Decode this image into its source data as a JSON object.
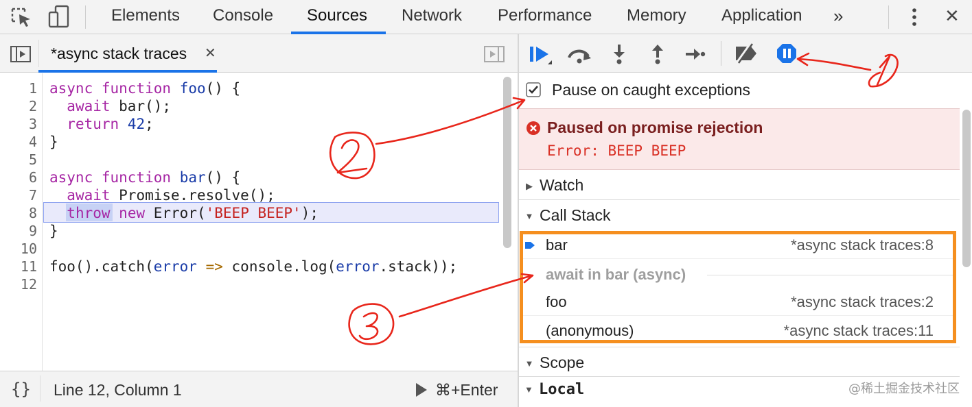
{
  "colors": {
    "accent": "#1a73e8",
    "error": "#c5221f",
    "highlight_box": "#f58f1f",
    "annotation": "#e8261b"
  },
  "top_tabs": [
    "Elements",
    "Console",
    "Sources",
    "Network",
    "Performance",
    "Memory",
    "Application"
  ],
  "top_icons": {
    "inspect": "inspect-element-icon",
    "device": "device-toolbar-icon",
    "more": "more-tabs-icon",
    "menu": "kebab-menu-icon",
    "close": "close-icon"
  },
  "more_tabs_glyph": "»",
  "close_glyph": "✕",
  "editor": {
    "file_tab": "*async stack traces",
    "lines": [
      "1",
      "2",
      "3",
      "4",
      "5",
      "6",
      "7",
      "8",
      "9",
      "10",
      "11",
      "12"
    ]
  },
  "status": {
    "cursor": "Line 12, Column 1",
    "run": "⌘+Enter",
    "format_glyph": "{}"
  },
  "debugger": {
    "pause_on_caught": "Pause on caught exceptions",
    "paused_title": "Paused on promise rejection",
    "paused_error": "Error: BEEP BEEP",
    "watch": "Watch",
    "call_stack": "Call Stack",
    "frames": [
      {
        "name": "bar",
        "location": "*async stack traces:8"
      },
      {
        "name": "foo",
        "location": "*async stack traces:2"
      },
      {
        "name": "(anonymous)",
        "location": "*async stack traces:11"
      }
    ],
    "async_separator": "await in bar (async)",
    "scope": "Scope",
    "local": "Local"
  },
  "watermark": "@稀土掘金技术社区"
}
